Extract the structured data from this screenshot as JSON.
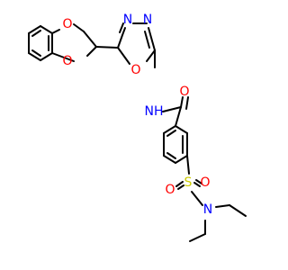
{
  "molecule": {
    "atom_labels": {
      "o1": "O",
      "o2": "O",
      "n_oxa_1": "N",
      "n_oxa_2": "N",
      "o_oxa": "O",
      "nh": "NH",
      "o_carbonyl": "O",
      "s": "S",
      "o_s_left": "O",
      "o_s_right": "O",
      "n_amine": "N"
    }
  },
  "colors": {
    "bond": "#000000",
    "oxygen": "#ff0000",
    "nitrogen": "#0000ff",
    "sulfur": "#cccc00",
    "background": "#ffffff"
  }
}
